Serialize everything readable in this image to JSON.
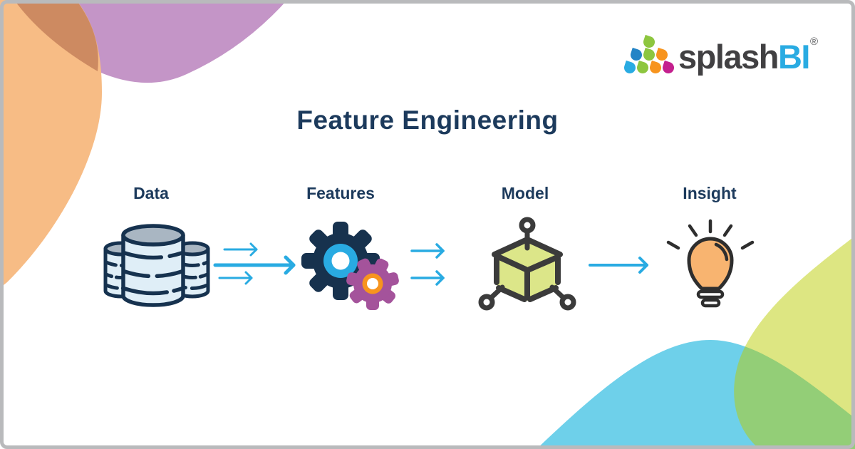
{
  "page": {
    "title": "Feature Engineering"
  },
  "logo": {
    "text_prefix": "splash",
    "text_suffix": "BI",
    "registered_mark": "®"
  },
  "steps": [
    {
      "label": "Data",
      "icon": "database-icon"
    },
    {
      "label": "Features",
      "icon": "gears-icon"
    },
    {
      "label": "Model",
      "icon": "cube-network-icon"
    },
    {
      "label": "Insight",
      "icon": "lightbulb-icon"
    }
  ],
  "flow": {
    "arrow_groups": [
      {
        "from": "Data",
        "to": "Features",
        "arrow_count": 3
      },
      {
        "from": "Features",
        "to": "Model",
        "arrow_count": 2
      },
      {
        "from": "Model",
        "to": "Insight",
        "arrow_count": 1
      }
    ]
  },
  "colors": {
    "accent_cyan": "#29ABE2",
    "navy_text": "#1C3A5C",
    "ink_dark": "#3B3B3B",
    "logo_gray": "#414042",
    "border_gray": "#B9BABC",
    "blob_orange": "#F7BC85",
    "blob_purple": "#C495C7",
    "blob_overlap_brown": "#CD8A61",
    "blob_blue": "#6ED0EA",
    "blob_green_base": "#B9CC00",
    "db_body": "#DFEEF7",
    "db_top": "#A9B6C2",
    "db_stroke": "#16324F",
    "gear_navy": "#17324E",
    "gear_purple": "#A4539B",
    "gear_orange": "#F7941E",
    "cube_fill": "#DCE689",
    "bulb_fill": "#F8B470",
    "bulb_stroke": "#2E2E2E",
    "droplet_lime": "#8DC63F",
    "droplet_blue": "#2484C6",
    "droplet_cyan": "#29ABE2",
    "droplet_orange": "#F7941E",
    "droplet_magenta": "#C4208E"
  }
}
